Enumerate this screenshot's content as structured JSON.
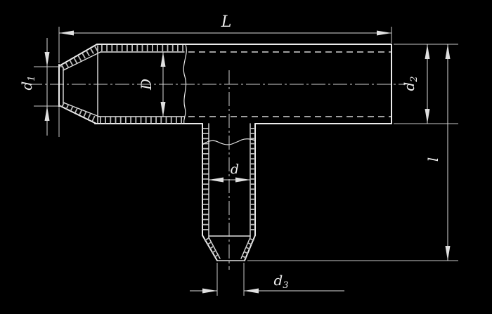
{
  "drawing": {
    "description": "Sectional technical drawing of a T-shaped double-walled tube fitting with conical reduced ends",
    "background_color": "#000000",
    "line_color": "#ececec",
    "labels": {
      "overall_length": "L",
      "small_end_diameter": {
        "base": "d",
        "sub": "1"
      },
      "bore_diameter": "D",
      "body_outer_diameter": {
        "base": "d",
        "sub": "2"
      },
      "branch_bore_diameter": "d",
      "branch_tip_diameter": {
        "base": "d",
        "sub": "3"
      },
      "overall_height": "l"
    }
  }
}
